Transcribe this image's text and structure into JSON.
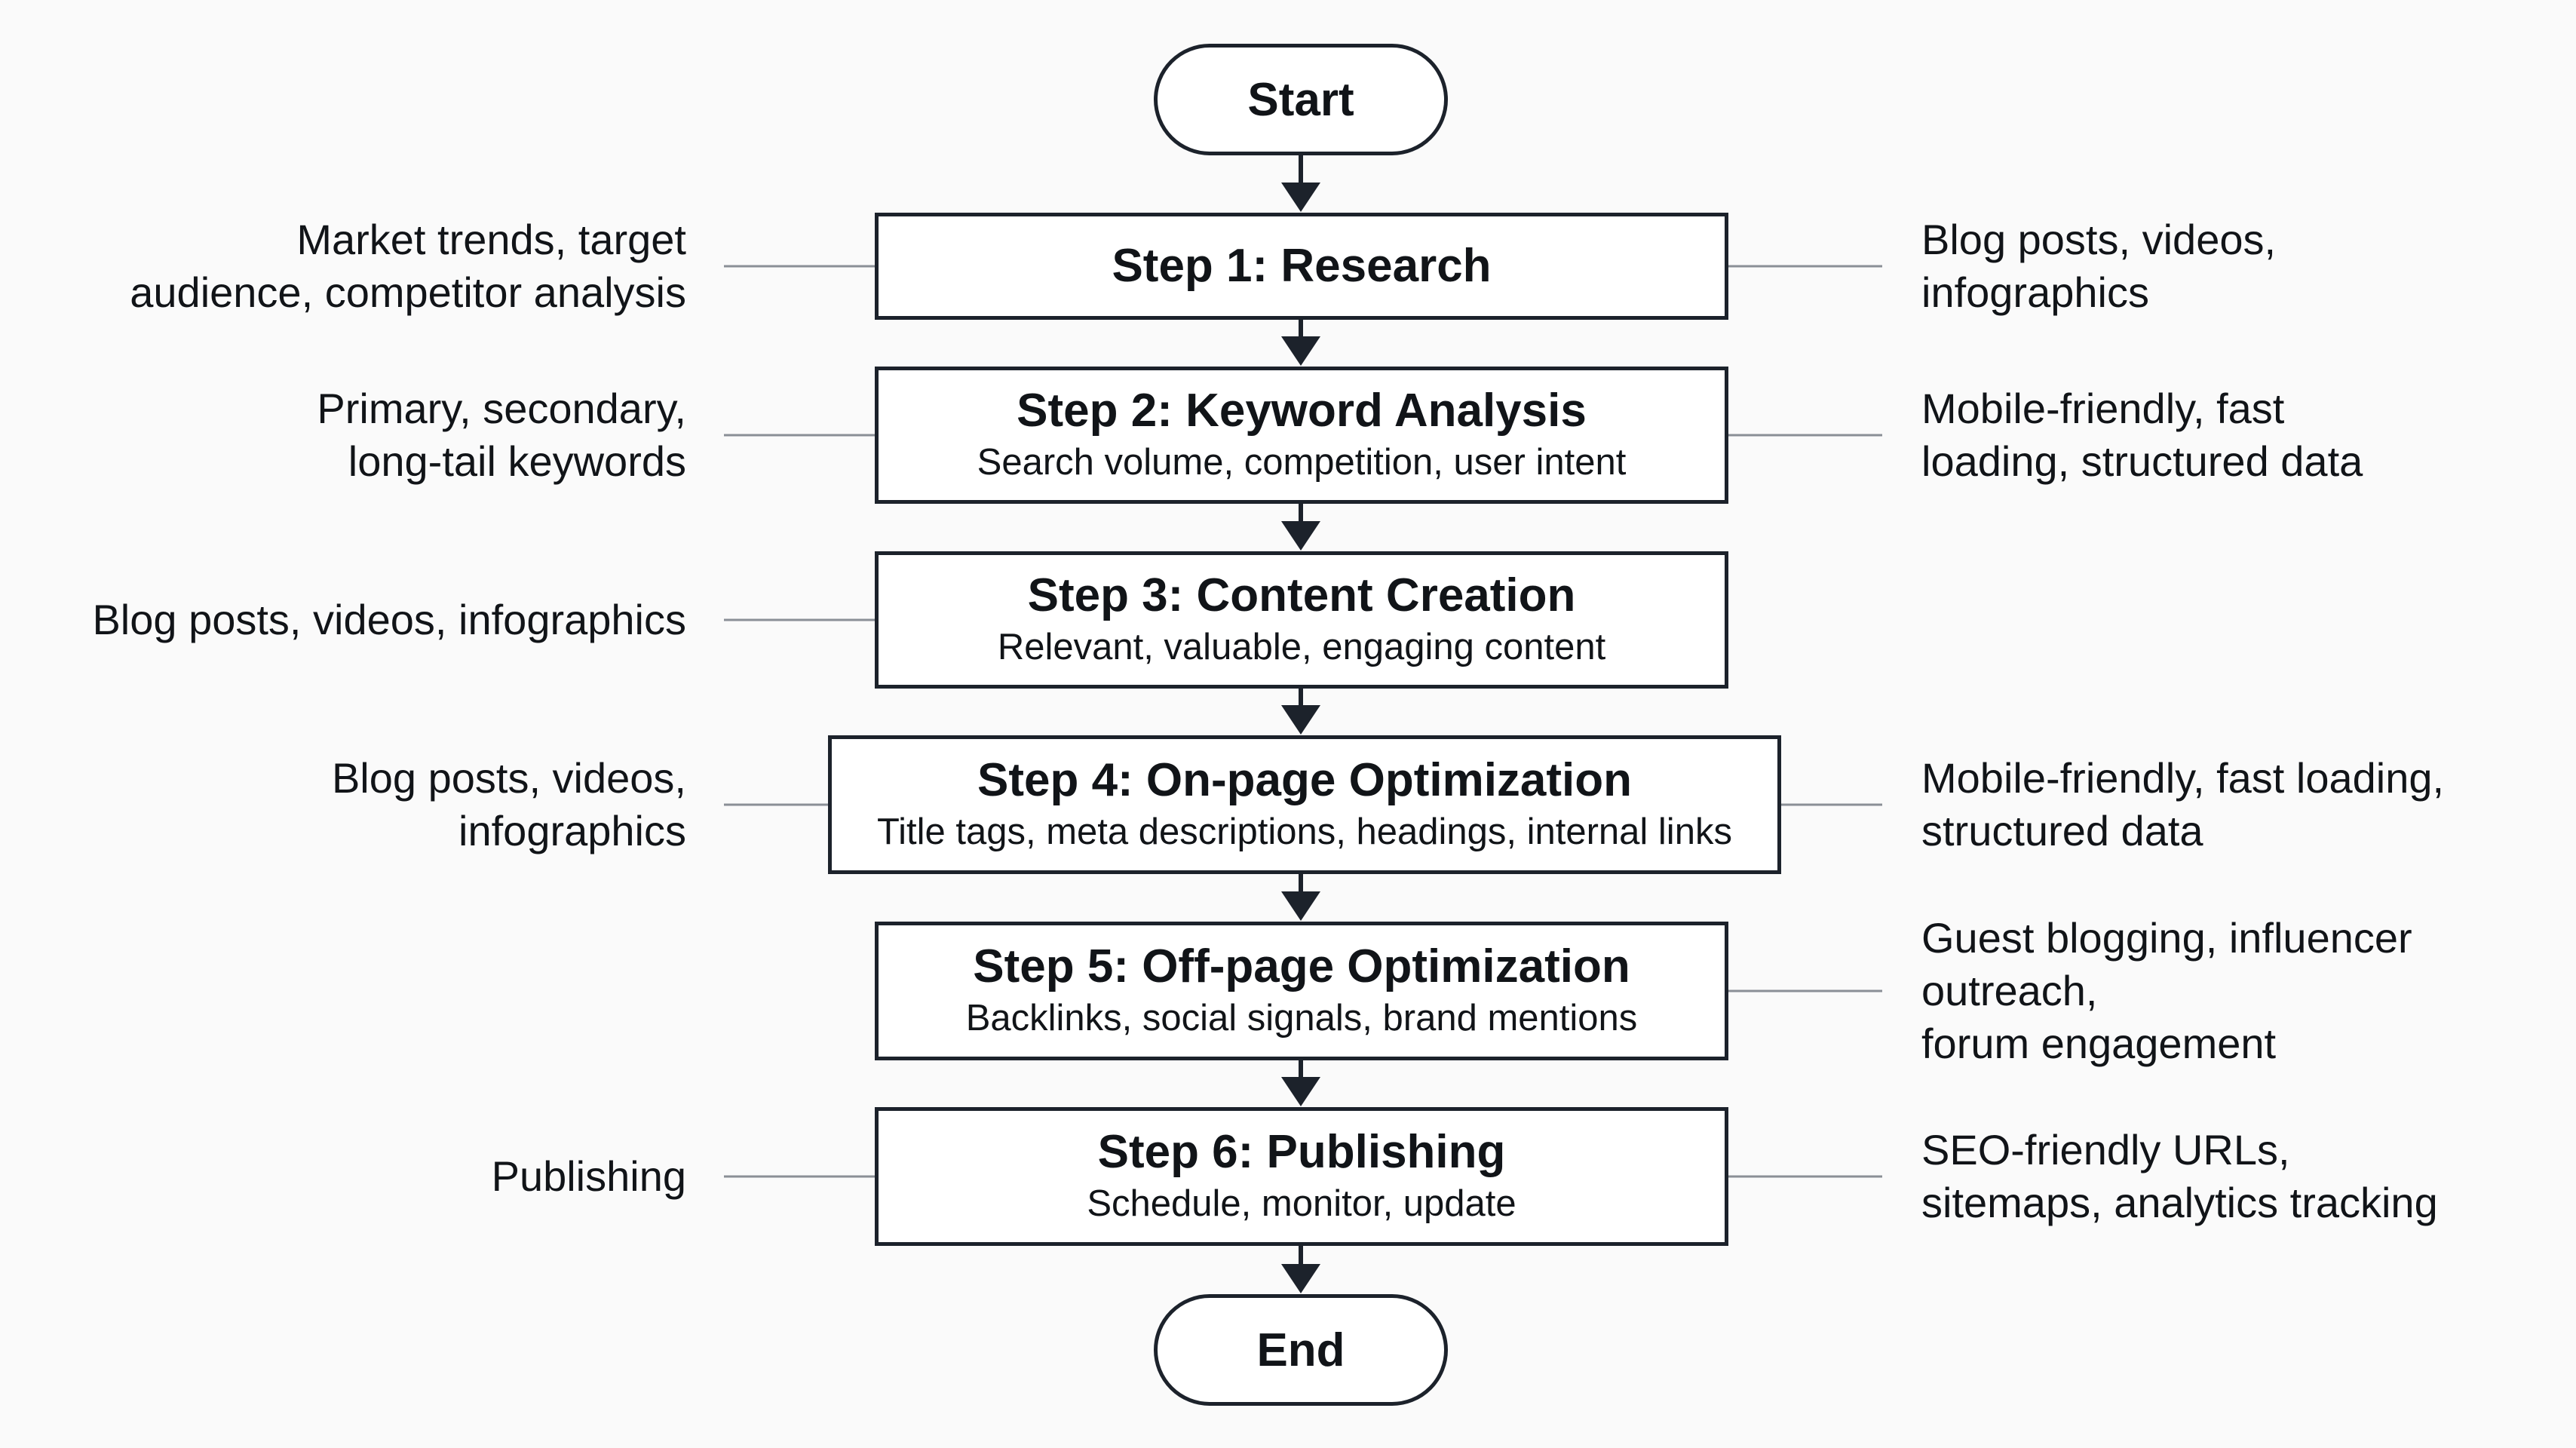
{
  "diagram": {
    "start_label": "Start",
    "end_label": "End",
    "steps": [
      {
        "title": "Step 1: Research",
        "subtitle": ""
      },
      {
        "title": "Step 2: Keyword Analysis",
        "subtitle": "Search volume, competition, user intent"
      },
      {
        "title": "Step 3: Content Creation",
        "subtitle": "Relevant, valuable, engaging content"
      },
      {
        "title": "Step 4: On-page Optimization",
        "subtitle": "Title tags, meta descriptions, headings, internal links"
      },
      {
        "title": "Step 5: Off-page Optimization",
        "subtitle": "Backlinks, social signals, brand mentions"
      },
      {
        "title": "Step 6: Publishing",
        "subtitle": "Schedule, monitor, update"
      }
    ],
    "left_notes": [
      [
        "Market trends, target",
        "audience, competitor analysis"
      ],
      [
        "Primary, secondary,",
        "long-tail keywords"
      ],
      [
        "Blog posts, videos, infographics"
      ],
      [
        "Blog posts, videos,",
        "infographics"
      ],
      [],
      [
        "Publishing"
      ]
    ],
    "right_notes": [
      [
        "Blog posts, videos,",
        "infographics"
      ],
      [
        "Mobile-friendly, fast",
        "loading, structured data"
      ],
      [],
      [
        "Mobile-friendly, fast loading,",
        "structured data"
      ],
      [
        "Guest blogging, influencer",
        "outreach,",
        "forum engagement"
      ],
      [
        "SEO-friendly URLs,",
        "sitemaps, analytics tracking"
      ]
    ],
    "colors": {
      "stroke": "#1c222b",
      "connector": "#8a8f96",
      "background": "#fafafa"
    }
  }
}
